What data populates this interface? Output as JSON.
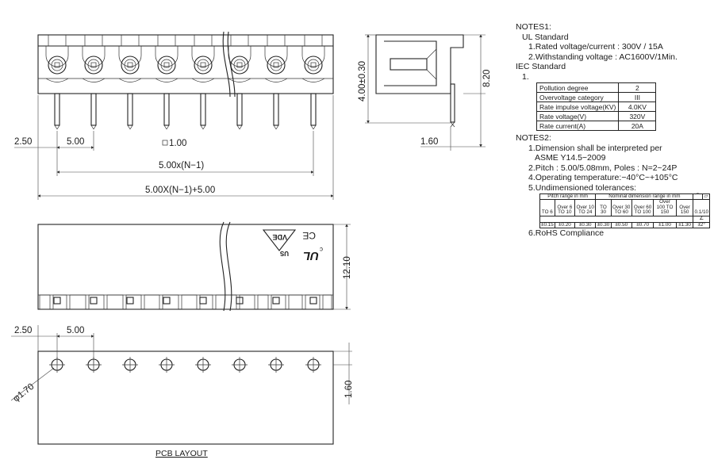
{
  "dimensions": {
    "offset": "2.50",
    "pitch": "5.00",
    "pin_square": "1.00",
    "pitch_span": "5.00x(N−1)",
    "total_length": "5.00X(N−1)+5.00",
    "pin_length": "4.00±0.30",
    "height_side": "8.20",
    "pin_offset_side": "1.60",
    "body_height_front": "12.10",
    "pcb_offset": "2.50",
    "pcb_pitch": "5.00",
    "hole_diameter": "φ1.70",
    "pcb_row_offset": "1.60"
  },
  "pcb_layout_label": "PCB LAYOUT",
  "notes": {
    "notes1_title": "NOTES1:",
    "ul_title": "UL Standard",
    "ul_items": [
      "1.Rated voltage/current : 300V / 15A",
      "2.Withstanding voltage : AC1600V/1Min."
    ],
    "iec_title": "IEC Standard",
    "iec_index": "1.",
    "iec_table": [
      {
        "label": "Pollution degree",
        "value": "2"
      },
      {
        "label": "Overvoltage category",
        "value": "III"
      },
      {
        "label": "Rate impulse voltage(KV)",
        "value": "4.0KV"
      },
      {
        "label": "Rate voltage(V)",
        "value": "320V"
      },
      {
        "label": "Rate current(A)",
        "value": "20A"
      }
    ],
    "notes2_title": "NOTES2:",
    "notes2_items": [
      "1.Dimension shall be interpreted per",
      "ASME Y14.5−2009",
      "2.Pitch : 5.00/5.08mm, Poles : N=2~24P",
      "4.Operating temperature:−40°C~+105°C",
      "5.Undimensioned tolerances:"
    ],
    "tolerance_table": {
      "head_pitch": "Pitch range in mm",
      "head_nominal": "Nominal dimension range in mm",
      "head_sym1": "⌒",
      "head_sym2": "▱",
      "ranges": [
        "TO 6",
        "Over 6 TO 10",
        "Over 10 TO 24",
        "TO 30",
        "Over 30 TO 60",
        "Over 60 TO 100",
        "Over 100 TO 150",
        "Over 150"
      ],
      "angle_head": "0.1/10",
      "angle_sym": "∠",
      "values": [
        "±0.15",
        "±0.20",
        "±0.30",
        "±0.30",
        "±0.50",
        "±0.70",
        "±1.00",
        "±1.30"
      ],
      "angle_value": "±2°"
    },
    "notes2_last": "6.RoHS Compliance"
  },
  "marks": {
    "vde": "VDE",
    "ce": "CE",
    "ul": "UL",
    "us": "US",
    "c": "c"
  }
}
